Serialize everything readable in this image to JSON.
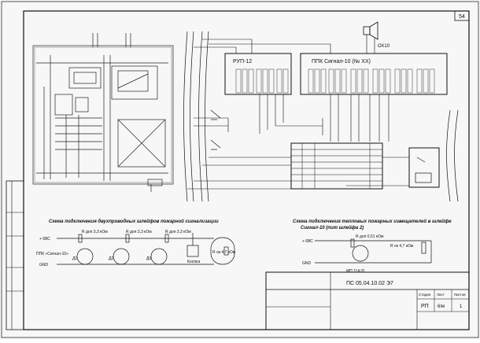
{
  "sheet": {
    "page_number": "54"
  },
  "blocks": {
    "rupp": "РУП-12",
    "ppk": "ППК Сигнал-10 (№ XX)",
    "sirena": "ОХ10"
  },
  "captions": {
    "left": "Схема подключения двухпроводных шлейфов пожарной сигнализации",
    "right_line1": "Схема подключения тепловых пожарных извещателей в шлейфе",
    "right_line2": "Сигнал-10 (пит шлейфа 2)"
  },
  "left_scheme": {
    "voltage": "+ 6ВС",
    "ground": "GND",
    "ppk_label": "ППК «Сигнал-10»",
    "detectors": [
      "Д1",
      "Д2",
      "Д3"
    ],
    "resistors": [
      "R доп 3,3 кОм",
      "R доп 3,3 кОм",
      "R доп 3,3 кОм"
    ],
    "button": "Кнопка",
    "end_resistor": "R ок 4,7 кОм"
  },
  "right_scheme": {
    "voltage": "+ 6ВС",
    "ground": "GND",
    "resistor": "R доп 0,51 кОм",
    "end_resistor": "R ок 4,7 кОм",
    "detector": "МП 114 01"
  },
  "title_block": {
    "code": "ПС 05.04.10.02 Э7",
    "stage": "РП",
    "sheet_no": "6/м",
    "sheet_no2": "1",
    "sheets": "1",
    "col_stage": "Стадия",
    "col_sheet": "Лист",
    "col_sheets": "Листов"
  },
  "colors": {
    "line": "#111111",
    "paper": "#f7f7f7",
    "grid": "#777777"
  }
}
